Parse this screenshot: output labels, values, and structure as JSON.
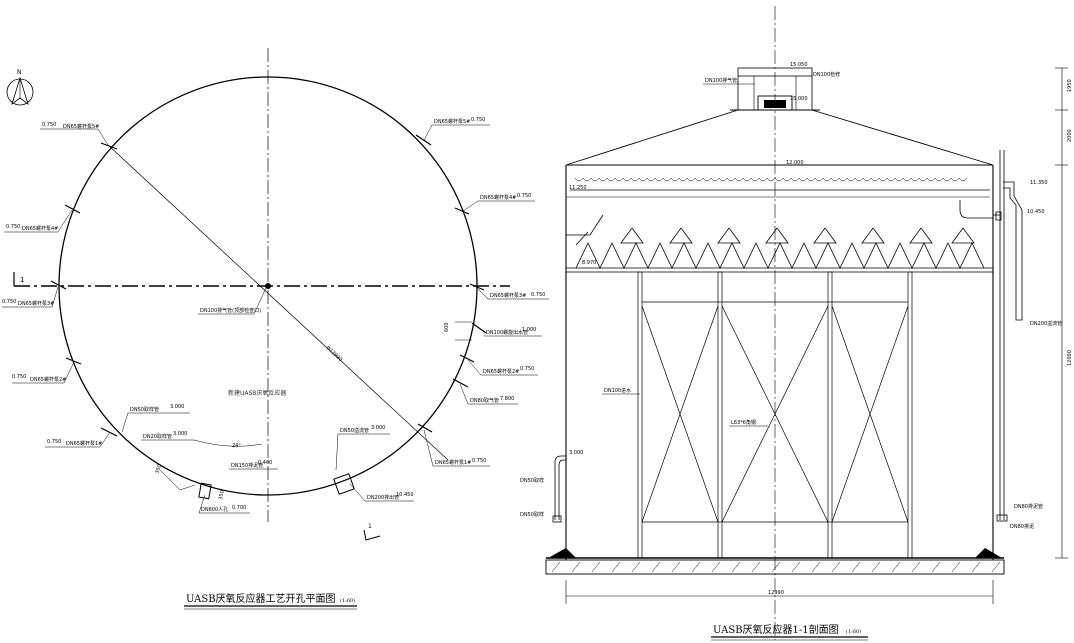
{
  "plan": {
    "title": "UASB厌氧反应器工艺开孔平面图",
    "scale": "(1:60)",
    "north": "N",
    "center_label": "新建UASB厌氧反应器",
    "diameter": "Φ12990",
    "section_mark": "1",
    "angle": "24°",
    "dim_600": "600",
    "dim_350a": "350",
    "dim_350b": "350",
    "labels": {
      "s1_upper": "DN65螺杆泵5#",
      "s1_upper_el": "0.750",
      "s1_left_a": "DN65螺杆泵4#",
      "s1_left_a_el": "0.750",
      "s1_left_b": "DN65螺杆泵3#",
      "s1_left_b_el": "0.750",
      "s1_left_c": "DN65螺杆泵2#",
      "s1_left_c_el": "0.750",
      "s1_left_d": "DN65螺杆泵1#",
      "s1_left_d_el": "0.750",
      "r_top": "DN65螺杆泵5#",
      "r_top_el": "0.750",
      "r_a": "DN65螺杆泵4#",
      "r_a_el": "0.750",
      "r_b": "DN65螺杆泵3#",
      "r_b_el": "0.750",
      "r_c": "DN100螺旋出水管",
      "r_c_el": "1.000",
      "r_d": "DN65螺杆泵2#",
      "r_d_el": "0.750",
      "r_e": "DN80取气管",
      "r_e_el": "7.800",
      "r_f": "DN65螺杆泵1#",
      "r_f_el": "0.750",
      "center_pipe": "DN100排气管(顶部检查口)",
      "dn50a": "DN50取样管",
      "dn50a_el": "3.000",
      "dn20": "DN20取样管",
      "dn20_el": "3.000",
      "dn150": "DN150排泥管",
      "dn150_el": "0.400",
      "dn600": "DN600人孔",
      "dn600_el": "0.700",
      "dn50b": "DN50溢流管",
      "dn50b_el": "3.000",
      "dn200": "DN200排出管",
      "dn200_el": "10.450"
    }
  },
  "section": {
    "title": "UASB厌氧反应器1-1剖面图",
    "scale": "(1:60)",
    "el_top": "15.050",
    "el_top2": "15.000",
    "el_roof": "12.000",
    "el_water": "11.250",
    "el_right": "11.350",
    "el_right2": "10.450",
    "el_ring": "8.970",
    "el_sample": "3.000",
    "width": "12990",
    "dim_1": "1950",
    "dim_2": "2000",
    "dim_3": "12000",
    "labels": {
      "vent": "DN100排气管",
      "hatch": "DN100检修",
      "inlet": "DN100进水",
      "angle_steel": "L63*6角钢",
      "dn50a": "DN50取样",
      "dn50b": "DN50取样",
      "dn200": "DN200溢流管",
      "dn80a": "DN80排泥管",
      "dn80b": "DN80排泥"
    }
  }
}
